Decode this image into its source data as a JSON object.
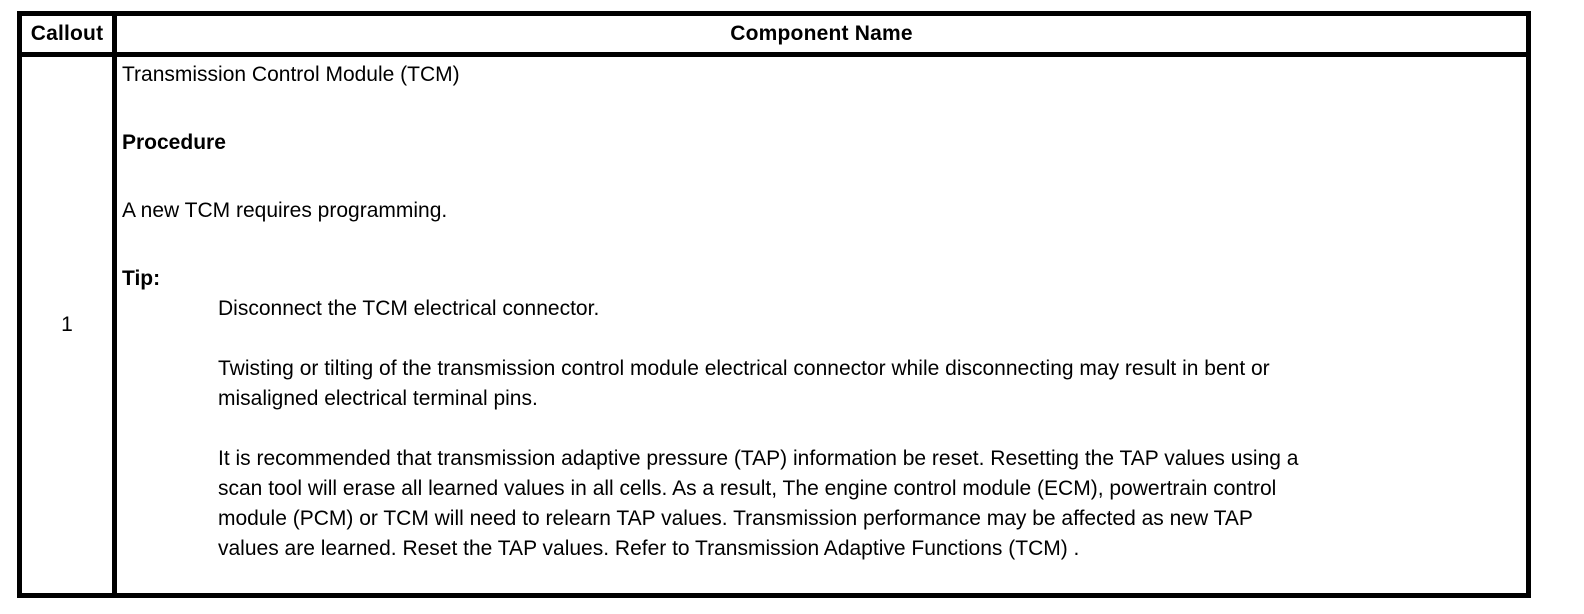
{
  "table": {
    "header": {
      "callout": "Callout",
      "component_name": "Component Name"
    },
    "row": {
      "callout": "1",
      "component_title": "Transmission Control Module (TCM)",
      "procedure_heading": "Procedure",
      "procedure_text": "A new TCM requires programming.",
      "tip_heading": "Tip:",
      "tip_items": [
        {
          "lines": [
            "Disconnect the TCM electrical connector."
          ]
        },
        {
          "lines": [
            "Twisting or tilting of the transmission control module electrical connector while disconnecting may result in bent or",
            "misaligned electrical terminal pins."
          ]
        },
        {
          "lines": [
            "It is recommended that transmission adaptive pressure (TAP) information be reset. Resetting the TAP values using a",
            "scan tool will erase all learned values in all cells. As a result, The engine control module (ECM), powertrain control",
            "module (PCM) or TCM will need to relearn TAP values. Transmission performance may be affected as new TAP",
            "values are learned. Reset the TAP values. Refer to Transmission Adaptive Functions (TCM) ."
          ]
        }
      ]
    },
    "colors": {
      "border": "#000000",
      "text": "#000000",
      "background": "#ffffff"
    }
  }
}
